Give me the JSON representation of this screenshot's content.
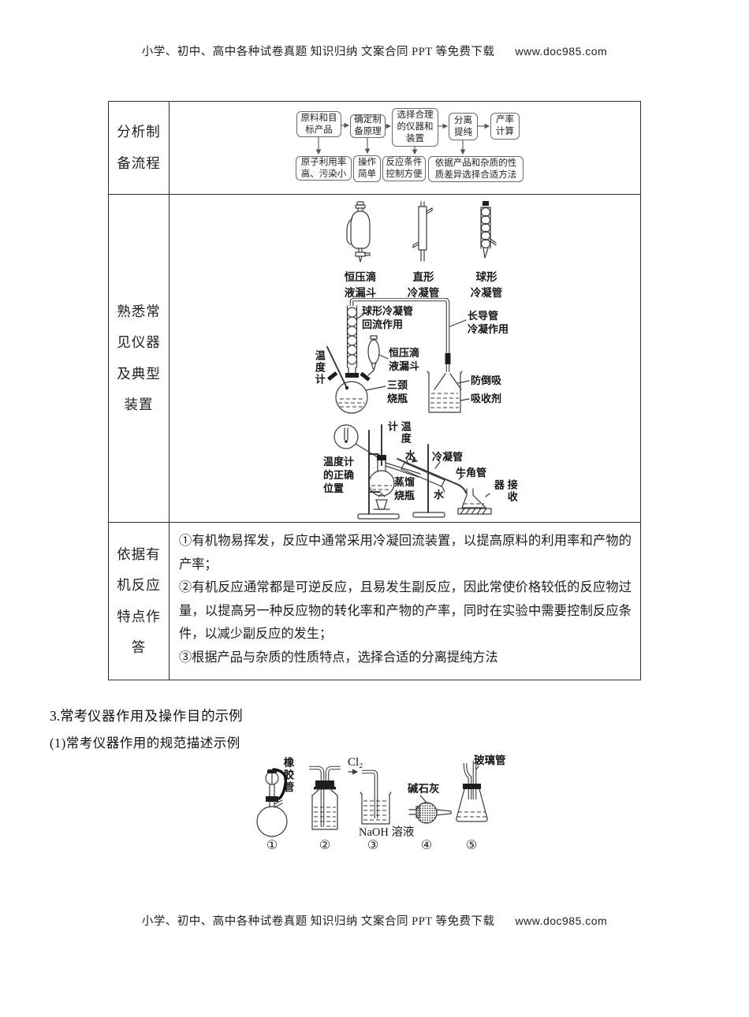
{
  "page": {
    "header_text": "小学、初中、高中各种试卷真题 知识归纳 文案合同 PPT 等免费下载",
    "header_url": "www.doc985.com",
    "footer_text": "小学、初中、高中各种试卷真题 知识归纳 文案合同 PPT 等免费下载",
    "footer_url": "www.doc985.com"
  },
  "table": {
    "row1": {
      "label": "分析制\n备流程",
      "flow_top": [
        "原料和目\n标产品",
        "确定制\n备原理",
        "选择合理\n的仪器和\n装置",
        "分离\n提纯",
        "产率\n计算"
      ],
      "flow_bottom": [
        "原子利用率\n高、污染小",
        "操作\n简单",
        "反应条件\n控制方便",
        "依据产品和杂质的性\n质差异选择合适方法"
      ]
    },
    "row2": {
      "label": "熟悉常\n见仪器\n及典型\n装置",
      "instruments": [
        "恒压滴\n液漏斗",
        "直形\n冷凝管",
        "球形\n冷凝管"
      ],
      "reflux": {
        "condenser": "球形冷凝管\n回流作用",
        "long_tube": "长导管\n冷凝作用",
        "thermometer": "温度计",
        "funnel": "恒压滴\n液漏斗",
        "flask": "三颈\n烧瓶",
        "antisuck": "防倒吸",
        "absorbent": "吸收剂"
      },
      "distill": {
        "thermometer": "温度计",
        "thermo_pos": "温度计\n的正确\n位置",
        "water_in": "水",
        "condenser": "冷凝管",
        "adapter": "牛角管",
        "flask": "蒸馏\n烧瓶",
        "water_out": "水",
        "receiver": "接收器"
      }
    },
    "row3": {
      "label": "依据有\n机反应\n特点作\n答",
      "items": [
        "①有机物易挥发，反应中通常采用冷凝回流装置，以提高原料的利用率和产物的产率；",
        "②有机反应通常都是可逆反应，且易发生副反应，因此常使价格较低的反应物过量，以提高另一种反应物的转化率和产物的产率，同时在实验中需要控制反应条件，以减少副反应的发生；",
        "③根据产品与杂质的性质特点，选择合适的分离提纯方法"
      ]
    }
  },
  "section": {
    "heading_prefix": "3.常考",
    "heading_main": "仪器作用及操作目",
    "heading_suffix": "的示例",
    "subheading": "(1)常考仪器作用的规范描述示例"
  },
  "apparatus": {
    "rubber_tube": "橡胶管",
    "cl2": "Cl₂",
    "naoh": "NaOH 溶液",
    "soda_lime": "碱石灰",
    "glass_tube": "玻璃管",
    "n1": "①",
    "n2": "②",
    "n3": "③",
    "n4": "④",
    "n5": "⑤"
  }
}
